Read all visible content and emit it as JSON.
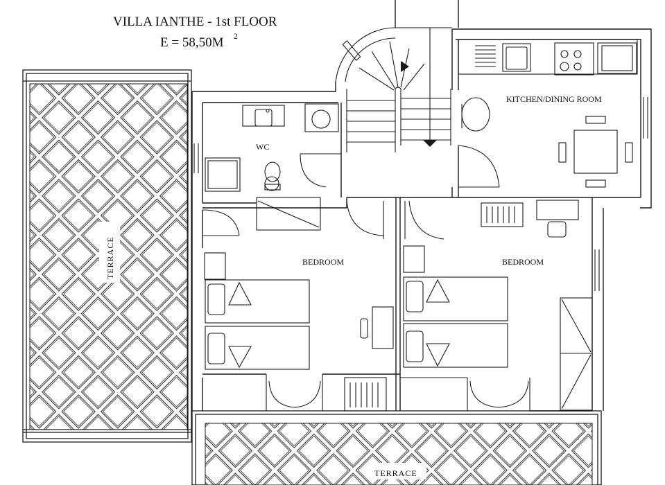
{
  "header": {
    "title": "VILLA IANTHE - 1st FLOOR",
    "area_value": "E = 58,50M",
    "area_exponent": "2"
  },
  "rooms": {
    "wc": "WC",
    "kitchen": "KITCHEN/DINING ROOM",
    "bedroom_left": "BEDROOM",
    "bedroom_right": "BEDROOM"
  },
  "terraces": {
    "left": "TERRACE",
    "bottom": "TERRACE"
  },
  "colors": {
    "line": "#1a1a1a",
    "paper": "#ffffff",
    "hatch": "#444444"
  }
}
